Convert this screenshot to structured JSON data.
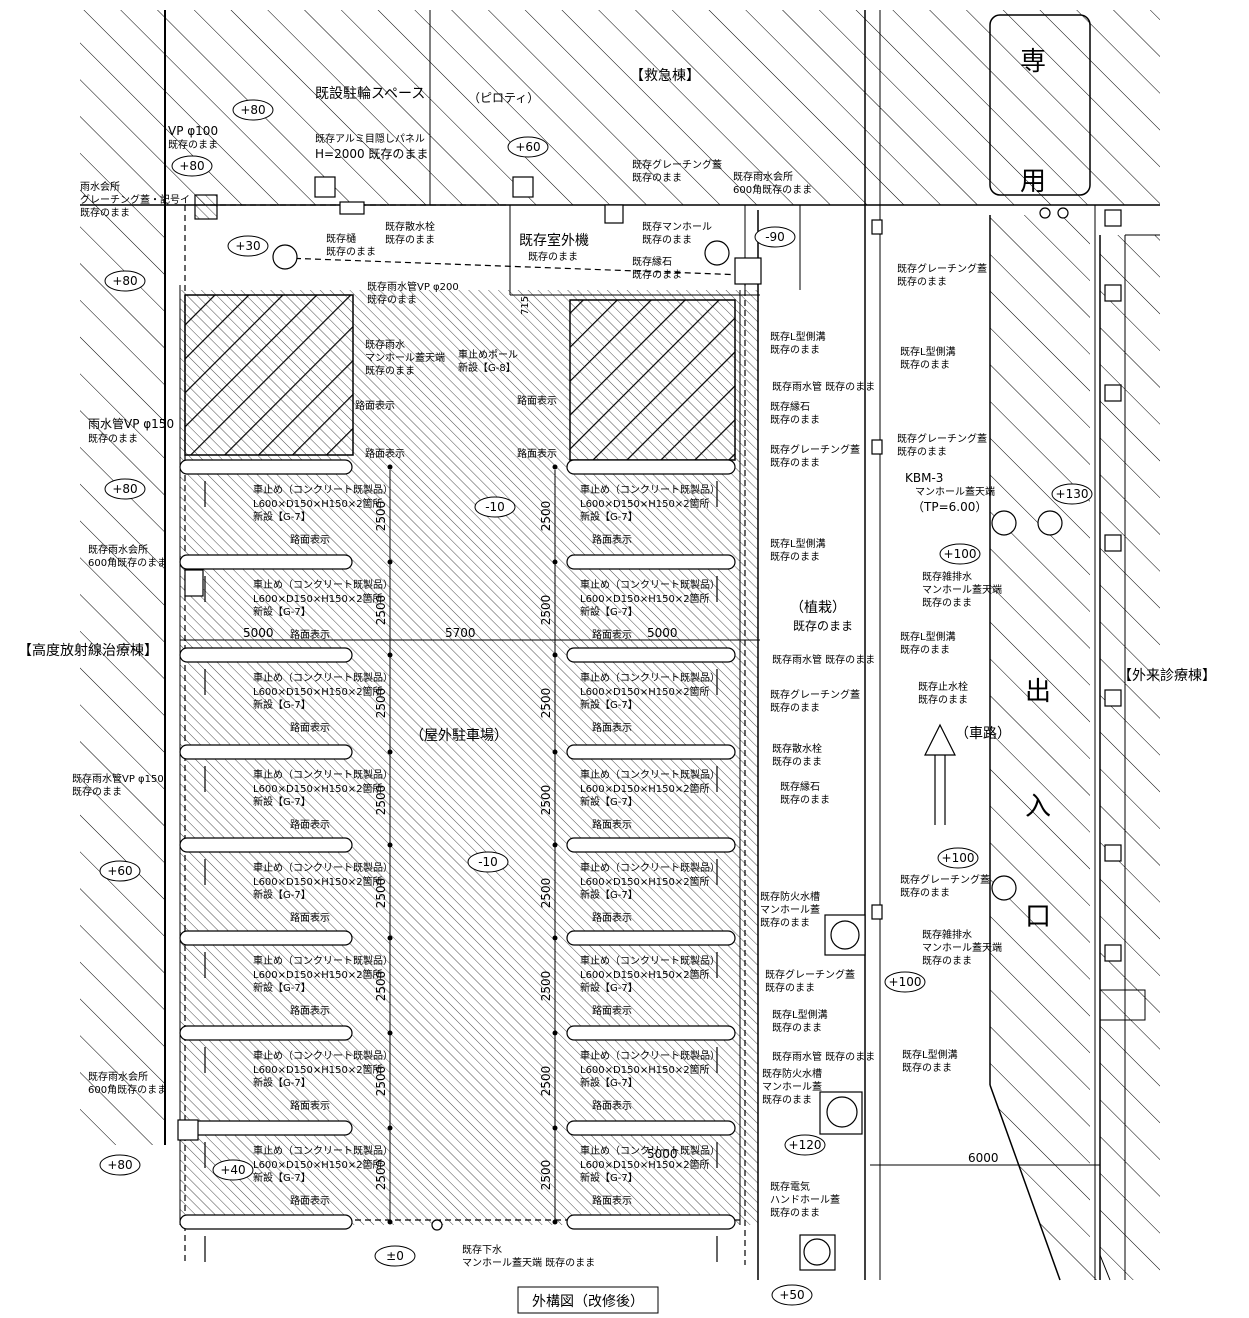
{
  "drawing": {
    "caption": "外構図（改修後）",
    "buildings": {
      "emergency": "【救急棟】",
      "radiation": "【高度放射線治療棟】",
      "outpatient": "【外来診療棟】"
    },
    "areas": {
      "parking": "（屋外駐車場）",
      "planting": "（植栽）",
      "planting_note": "既存のまま",
      "roadway": "（車路）",
      "bicycle": "既設駐輪スペース",
      "piloti": "（ピロティ）",
      "outdoor_unit": "既存室外機",
      "outdoor_unit_note": "既存のまま",
      "exclusive": [
        "専",
        "用"
      ],
      "entrance": [
        "出",
        "入",
        "口"
      ]
    },
    "dims": {
      "d2500": "2500",
      "d5000": "5000",
      "d5700": "5700",
      "d6000": "6000",
      "d715": "715"
    },
    "levels": {
      "p80": "+80",
      "p60": "+60",
      "p30": "+30",
      "m90": "-90",
      "m10": "-10",
      "p100": "+100",
      "p130": "+130",
      "p120": "+120",
      "p40": "+40",
      "p50": "+50",
      "pm0": "±0"
    },
    "notes": {
      "vp100": "VP φ100",
      "keep": "既存のまま",
      "rain_box": "雨水会所",
      "rain_box_sub": "グレーチング蓋・記号イ",
      "rain_pipe_150": "雨水管VP φ150",
      "rain_box_600": "既存雨水会所",
      "rain_box_600_sub": "600角既存のまま",
      "rain_pipe_150b": "既存雨水管VP φ150",
      "screen_panel": "既存アルミ目隠しパネル",
      "h2000": "H=2000 既存のまま",
      "gutter": "既存樋",
      "sprinkler": "既存散水栓",
      "rain_pipe_200": "既存雨水管VP φ200",
      "rain_manhole": "既存雨水",
      "rain_manhole_sub": "マンホール蓋天端",
      "bollard": "車止めポール",
      "bollard_sub": "新設【G-8】",
      "grating": "既存グレーチング蓋",
      "manhole": "既存マンホール",
      "curb": "既存縁石",
      "rain_box_top": "既存雨水会所",
      "rain_box_top_sub": "600角既存のまま",
      "road_mark": "路面表示",
      "wheel_stop_1": "車止め（コンクリート既製品）",
      "wheel_stop_2": "L600×D150×H150×2箇所",
      "wheel_stop_3": "新設【G-7】",
      "l_ditch": "既存L型側溝",
      "rain_pipe": "既存雨水管 既存のまま",
      "kbm": "KBM-3",
      "kbm_sub": "マンホール蓋天端",
      "kbm_tp": "（TP=6.00）",
      "drain": "既存雑排水",
      "drain_sub": "マンホール蓋天端",
      "stop_valve": "既存止水栓",
      "sprinkler2": "既存散水栓",
      "fire_tank": "既存防火水槽",
      "fire_tank_sub": "マンホール蓋",
      "elec": "既存電気",
      "elec_sub": "ハンドホール蓋",
      "sewer": "既存下水",
      "sewer_sub": "マンホール蓋天端 既存のまま"
    }
  }
}
